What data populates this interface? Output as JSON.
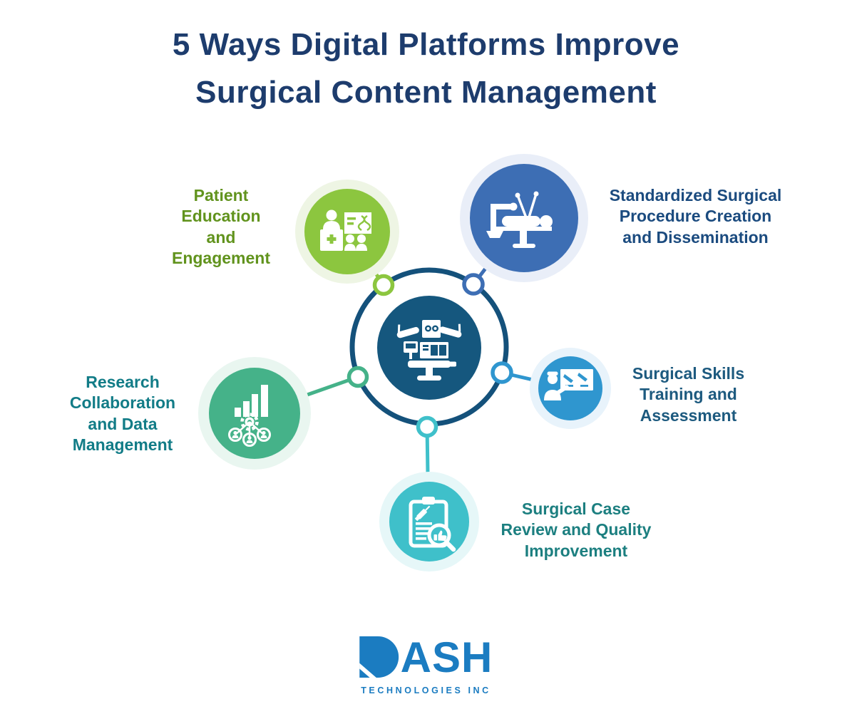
{
  "title": {
    "line1": "5 Ways Digital Platforms Improve",
    "line2": "Surgical Content Management"
  },
  "hub": {
    "icon": "operating-room-icon",
    "color": "#15577e",
    "ring_color": "#14517b"
  },
  "items": [
    {
      "id": "patient-education",
      "icon": "patient-education-icon",
      "label_lines": [
        "Patient",
        "Education",
        "and",
        "Engagement"
      ],
      "color": "#8cc63f",
      "halo": "#eef5e4",
      "text_color": "#61931d"
    },
    {
      "id": "standardized-procedures",
      "icon": "robotic-surgery-icon",
      "label_lines": [
        "Standardized Surgical",
        "Procedure Creation",
        "and Dissemination"
      ],
      "color": "#3d6eb4",
      "halo": "#e9eef8",
      "text_color": "#1b4b7f"
    },
    {
      "id": "research-collaboration",
      "icon": "research-data-icon",
      "label_lines": [
        "Research",
        "Collaboration",
        "and Data",
        "Management"
      ],
      "color": "#45b289",
      "halo": "#e9f6f0",
      "text_color": "#127c87"
    },
    {
      "id": "skills-training",
      "icon": "skills-training-icon",
      "label_lines": [
        "Surgical Skills",
        "Training and",
        "Assessment"
      ],
      "color": "#2f96cf",
      "halo": "#e8f3fb",
      "text_color": "#1d5a7f"
    },
    {
      "id": "case-review",
      "icon": "case-review-icon",
      "label_lines": [
        "Surgical Case",
        "Review and Quality",
        "Improvement"
      ],
      "color": "#3fc0ca",
      "halo": "#e6f7f8",
      "text_color": "#1c7f80"
    }
  ],
  "logo": {
    "name": "DASH",
    "name_rest": "ASH",
    "subtitle": "TECHNOLOGIES INC",
    "color": "#1b7cc1"
  }
}
